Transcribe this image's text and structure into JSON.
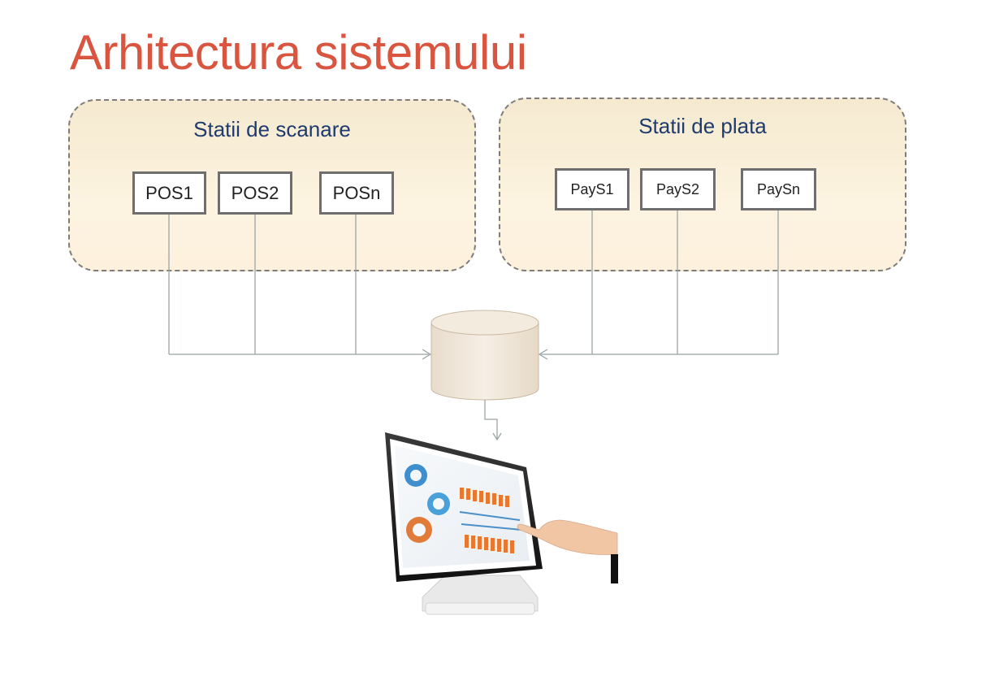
{
  "title": "Arhitectura sistemului",
  "scan_group": {
    "label": "Statii de scanare",
    "nodes": [
      "POS1",
      "POS2",
      "POSn"
    ]
  },
  "pay_group": {
    "label": "Statii de plata",
    "nodes": [
      "PayS1",
      "PayS2",
      "PaySn"
    ]
  },
  "colors": {
    "title": "#d9553f",
    "group_label": "#1f3a6e",
    "group_fill": "#f8ecd4",
    "database_fill": "#f0e6d8",
    "wire": "#9aa5a5"
  },
  "icons": {
    "database": "database-cylinder-icon",
    "dashboard": "touchscreen-monitor-icon"
  }
}
